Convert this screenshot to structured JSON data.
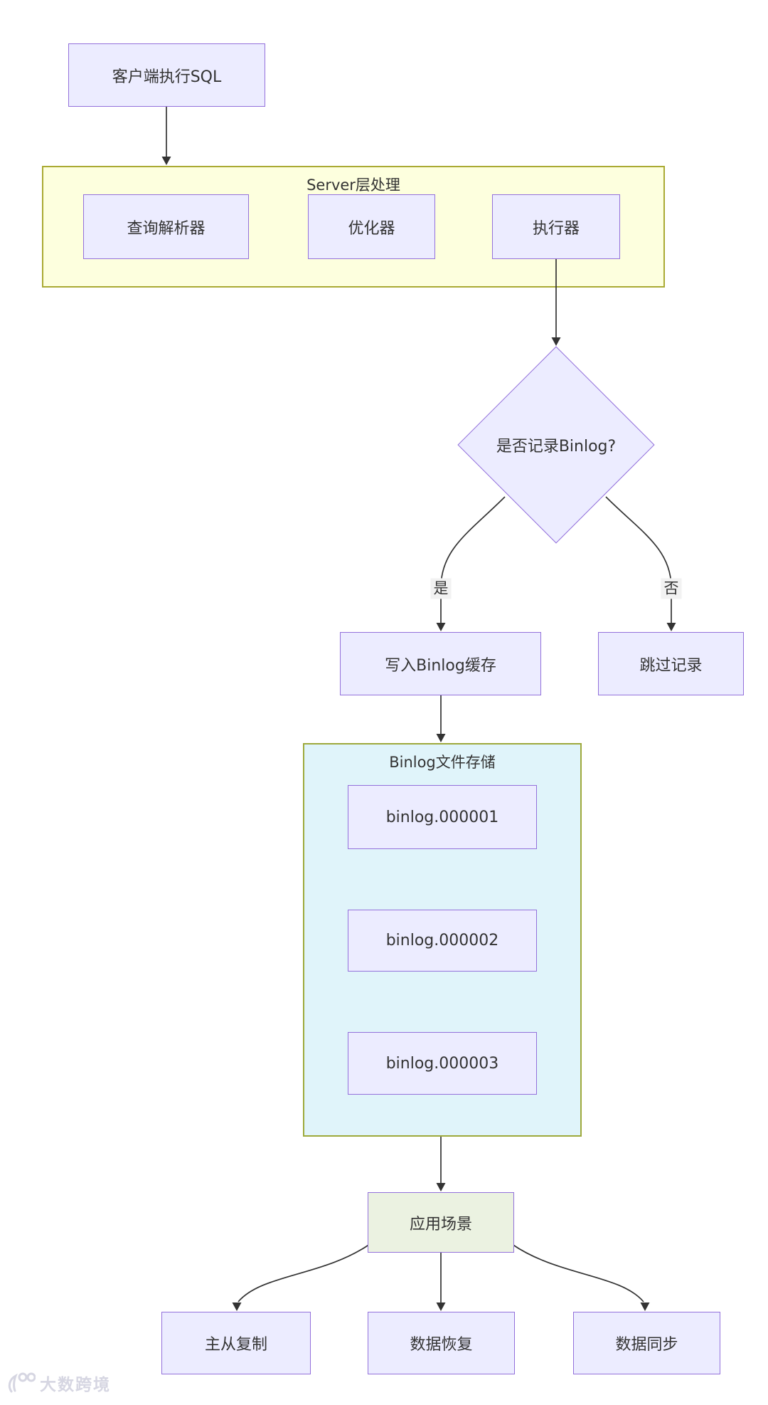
{
  "containers": {
    "server_layer": {
      "label": "Server层处理",
      "fill": "#fdffde",
      "border": "#aaaa33"
    },
    "binlog_storage": {
      "label": "Binlog文件存储",
      "fill": "#e0f4fa",
      "border": "#9da93b"
    }
  },
  "nodes": {
    "client": {
      "label": "客户端执行SQL"
    },
    "parser": {
      "label": "查询解析器"
    },
    "optimizer": {
      "label": "优化器"
    },
    "executor": {
      "label": "执行器"
    },
    "decision": {
      "label": "是否记录Binlog?"
    },
    "write_cache": {
      "label": "写入Binlog缓存"
    },
    "skip": {
      "label": "跳过记录"
    },
    "app_scenario": {
      "label": "应用场景"
    },
    "master_slave": {
      "label": "主从复制"
    },
    "data_recovery": {
      "label": "数据恢复"
    },
    "data_sync": {
      "label": "数据同步"
    }
  },
  "binlog_files": [
    {
      "label": "binlog.000001"
    },
    {
      "label": "binlog.000002"
    },
    {
      "label": "binlog.000003"
    }
  ],
  "edge_labels": {
    "yes": "是",
    "no": "否"
  },
  "colors": {
    "node_fill": "#ececff",
    "node_border": "#9370db",
    "scenario_fill": "#ebf2e1",
    "server_container_fill": "#fdffde",
    "server_container_border": "#aaaa33",
    "binlog_container_fill": "#e0f4fa",
    "binlog_container_border": "#9da93b",
    "edge": "#333333",
    "text": "#333333",
    "edge_label_bg": "#f2f2f2"
  },
  "watermark": {
    "text": "大数跨境"
  }
}
